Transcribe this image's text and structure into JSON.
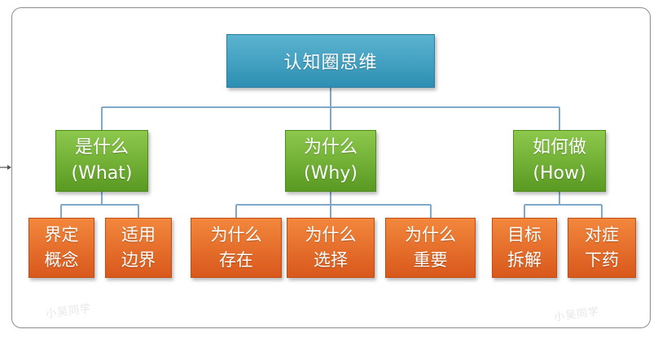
{
  "root": {
    "label": "认知圈思维"
  },
  "categories": [
    {
      "line1": "是什么",
      "line2": "(What)"
    },
    {
      "line1": "为什么",
      "line2": "(Why)"
    },
    {
      "line1": "如何做",
      "line2": "(How)"
    }
  ],
  "leaves": [
    {
      "line1": "界定",
      "line2": "概念"
    },
    {
      "line1": "适用",
      "line2": "边界"
    },
    {
      "line1": "为什么",
      "line2": "存在"
    },
    {
      "line1": "为什么",
      "line2": "选择"
    },
    {
      "line1": "为什么",
      "line2": "重要"
    },
    {
      "line1": "目标",
      "line2": "拆解"
    },
    {
      "line1": "对症",
      "line2": "下药"
    }
  ],
  "watermark": "小吴同学",
  "colors": {
    "root": "#3a9dc0",
    "category": "#6fb034",
    "leaf": "#e8692a",
    "connector": "#7fa8c9"
  }
}
